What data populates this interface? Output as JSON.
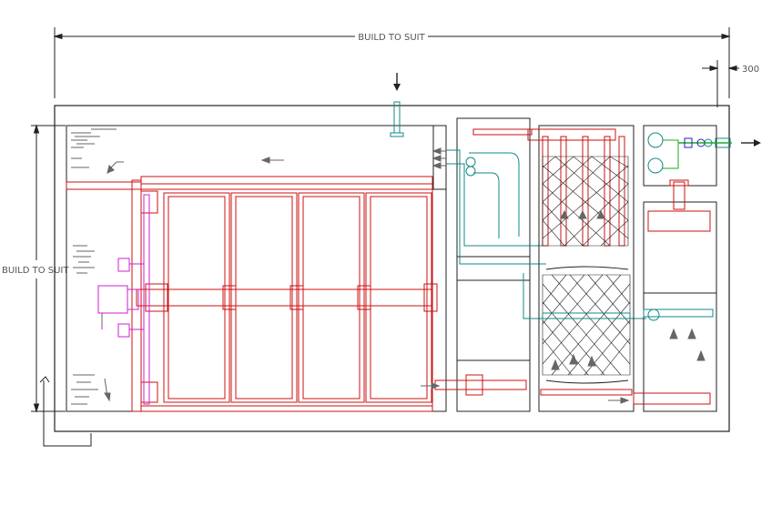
{
  "dimensions": {
    "top_label": "BUILD TO SUIT",
    "side_label": "BUILD TO SUIT",
    "offset_label": "300"
  },
  "colors": {
    "outline": "#222222",
    "red": "#cc1111",
    "magenta": "#cc22cc",
    "teal": "#118888",
    "green": "#22aa22",
    "blue": "#2222cc",
    "gray": "#666666"
  }
}
